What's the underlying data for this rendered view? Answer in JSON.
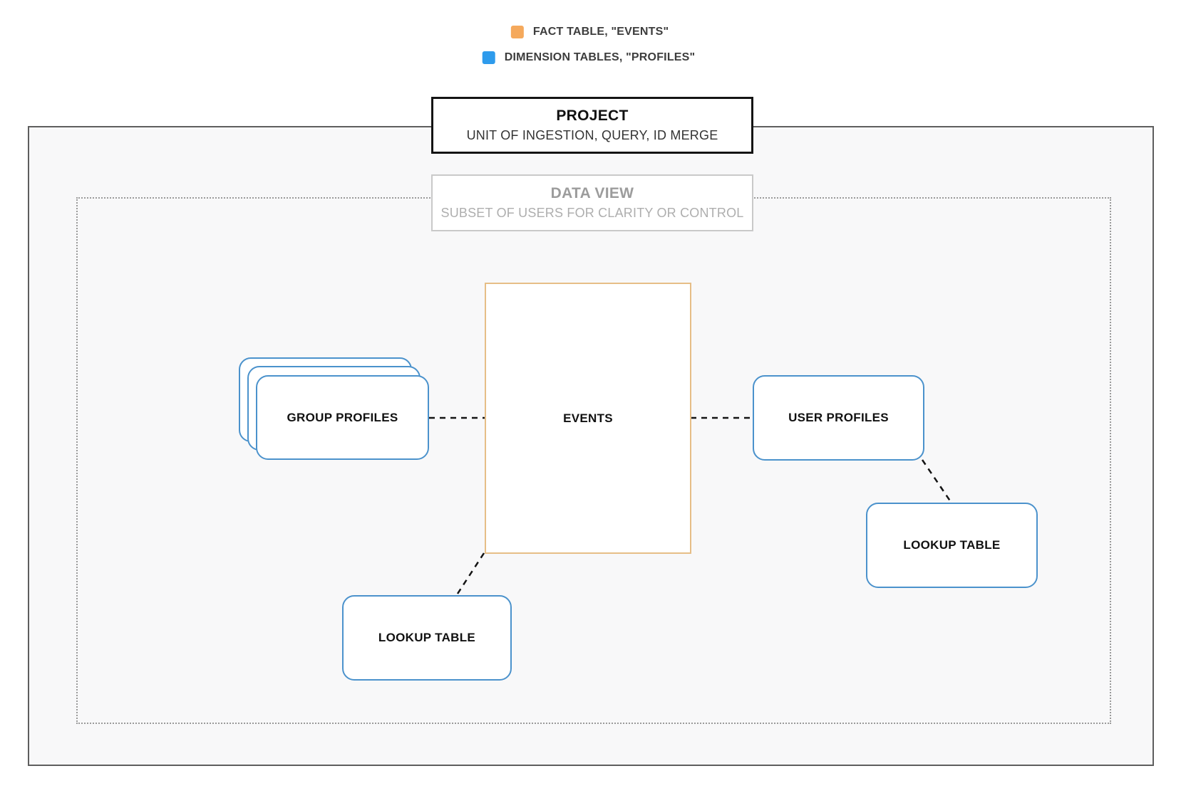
{
  "legend": {
    "items": [
      {
        "name": "fact-table",
        "label": "FACT TABLE, \"EVENTS\"",
        "swatch_color": "#f5a95c"
      },
      {
        "name": "dimension-tables",
        "label": "DIMENSION TABLES, \"PROFILES\"",
        "swatch_color": "#2e9bec"
      }
    ]
  },
  "header_boxes": {
    "project": {
      "title": "PROJECT",
      "subtitle": "UNIT OF INGESTION, QUERY, ID MERGE"
    },
    "data_view": {
      "title": "DATA VIEW",
      "subtitle": "SUBSET OF USERS FOR CLARITY OR CONTROL"
    }
  },
  "nodes": {
    "events": {
      "label": "EVENTS",
      "kind": "fact-table",
      "border_color": "#e6be87"
    },
    "group_profiles": {
      "label": "GROUP PROFILES",
      "kind": "dimension-table",
      "stacked": true,
      "border_color": "#4b92cc"
    },
    "user_profiles": {
      "label": "USER PROFILES",
      "kind": "dimension-table",
      "border_color": "#4b92cc"
    },
    "lookup_table_bottom": {
      "label": "LOOKUP TABLE",
      "kind": "dimension-table",
      "border_color": "#4b92cc"
    },
    "lookup_table_right": {
      "label": "LOOKUP TABLE",
      "kind": "dimension-table",
      "border_color": "#4b92cc"
    }
  },
  "edges": [
    {
      "from": "group_profiles",
      "to": "events",
      "style": "dashed"
    },
    {
      "from": "events",
      "to": "user_profiles",
      "style": "dashed"
    },
    {
      "from": "events",
      "to": "lookup_table_bottom",
      "style": "dashed"
    },
    {
      "from": "user_profiles",
      "to": "lookup_table_right",
      "style": "dashed"
    }
  ],
  "colors": {
    "edge": "#141414",
    "outer_region_fill": "#f8f8f9",
    "outer_region_border": "#5e5e5e",
    "dotted_region_border": "#9a9a9a",
    "project_border": "#141414",
    "data_view_border": "#c9c9c9"
  }
}
